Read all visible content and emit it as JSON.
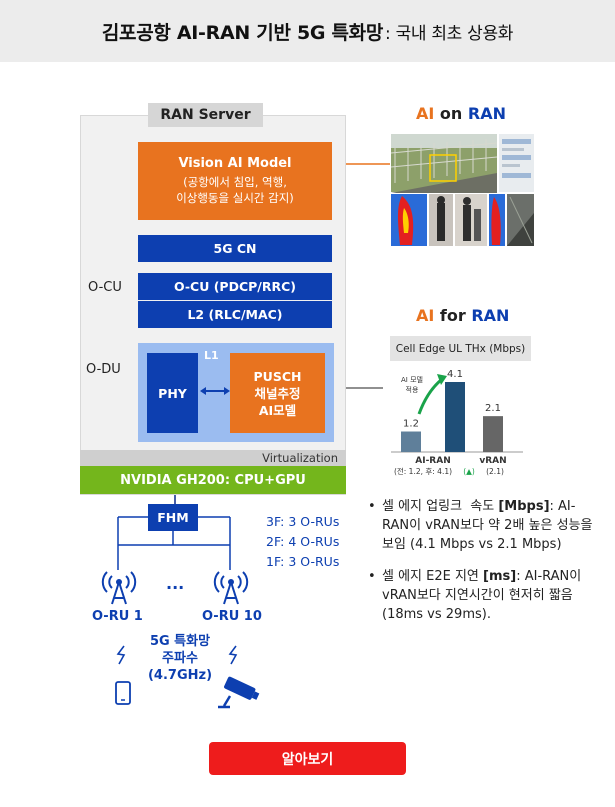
{
  "title": {
    "main": "김포공항 AI-RAN 기반 5G 특화망",
    "sub": ": 국내 최초 상용화"
  },
  "server": {
    "label": "RAN  Server",
    "vision": {
      "title": "Vision AI Model",
      "line1": "(공항에서 침입, 역행,",
      "line2": "이상행동을 실시간 감지)"
    },
    "cn": "5G CN",
    "ocu_bar": "O-CU (PDCP/RRC)",
    "l2_bar": "L2 (RLC/MAC)",
    "l1": "L1",
    "phy": "PHY",
    "pusch": {
      "line1": "PUSCH",
      "line2": "채널추정",
      "line3": "AI모델"
    },
    "virtualization": "Virtualization",
    "nvidia": "NVIDIA GH200: CPU+GPU",
    "ocu_label": "O-CU",
    "odu_label": "O-DU"
  },
  "fronthaul": {
    "fhm": "FHM",
    "floors": [
      "3F: 3 O-RUs",
      "2F: 4 O-RUs",
      "1F: 3 O-RUs"
    ],
    "ellipsis": "...",
    "oru1": "O-RU 1",
    "oru10": "O-RU 10",
    "band": {
      "line1": "5G 특화망",
      "line2": "주파수",
      "line3": "(4.7GHz)"
    }
  },
  "ai_on_ran": {
    "ai": "AI",
    "rest": " on ",
    "ran": "RAN"
  },
  "ai_for_ran": {
    "ai": "AI",
    "rest": " for ",
    "ran": "RAN"
  },
  "chart_data": {
    "type": "bar",
    "title": "Cell Edge UL THx (Mbps)",
    "categories": [
      "AI-RAN",
      "vRAN"
    ],
    "category_sublabels": [
      "(전: 1.2, 후: 4.1)",
      "(2.1)"
    ],
    "series": [
      {
        "values": [
          1.2,
          4.1,
          2.1
        ]
      }
    ],
    "bars": [
      {
        "label": "1.2",
        "value": 1.2,
        "color": "#5f7f9a"
      },
      {
        "label": "4.1",
        "value": 4.1,
        "color": "#1f4f78"
      },
      {
        "label": "2.1",
        "value": 2.1,
        "color": "#666666"
      }
    ],
    "annotation": {
      "line1": "AI 모델",
      "line2": "적용"
    },
    "up_triangle": "(▲)",
    "up_color": "#1aa34a"
  },
  "bullets": [
    {
      "pre": "셀 에지 업링크  속도 ",
      "bold": "[Mbps]",
      "post": ": AI-RAN이 vRAN보다 약 2배 높은 성능을 보임 (4.1 Mbps vs 2.1 Mbps)"
    },
    {
      "pre": "셀 에지 E2E 지연 ",
      "bold": "[ms]",
      "post": ": AI-RAN이 vRAN보다 지연시간이 현저히 짧음 (18ms vs 29ms)."
    }
  ],
  "bullet_symbol": "•",
  "button": "알아보기",
  "colors": {
    "orange": "#e8731f",
    "blue": "#0d3fb0",
    "green": "#74b61c",
    "red": "#ee1c1c"
  }
}
